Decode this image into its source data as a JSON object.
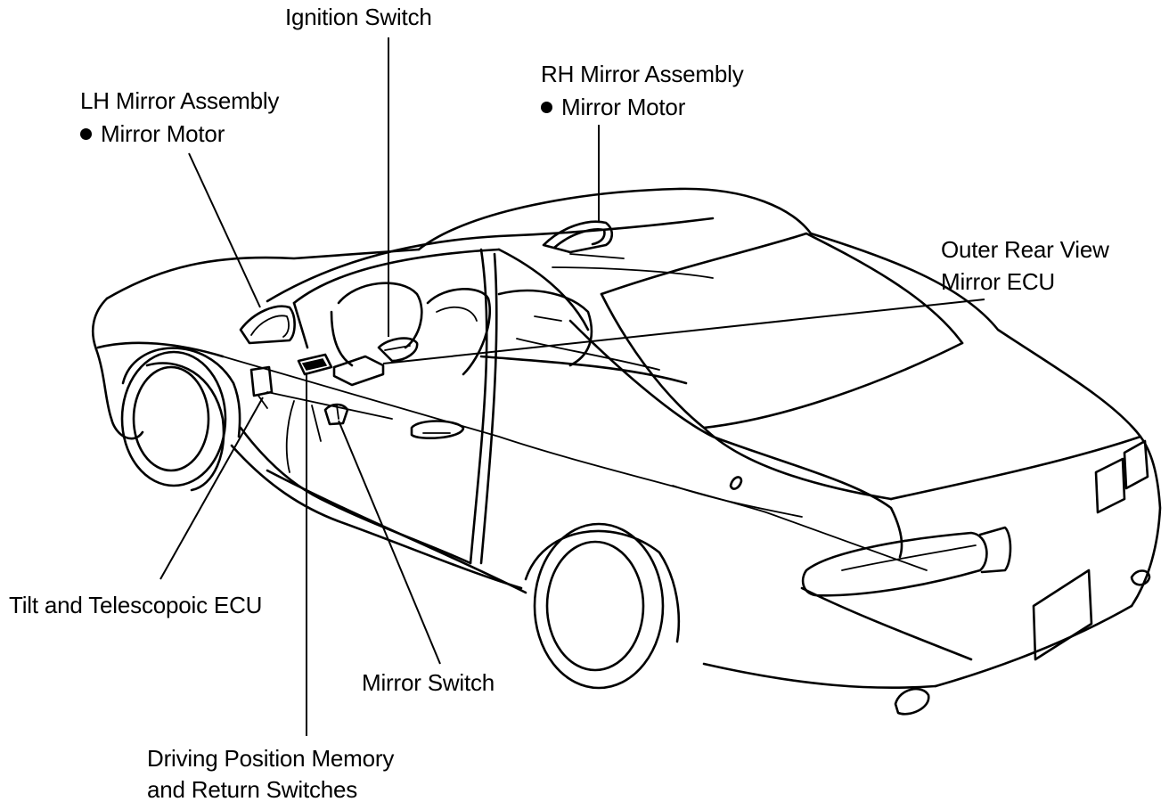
{
  "labels": {
    "ignition_switch": "Ignition Switch",
    "rh_mirror_assembly": "RH Mirror Assembly",
    "rh_mirror_motor": "Mirror Motor",
    "lh_mirror_assembly": "LH Mirror Assembly",
    "lh_mirror_motor": "Mirror Motor",
    "outer_rear_view_line1": "Outer Rear View",
    "outer_rear_view_line2": "Mirror ECU",
    "tilt_telescopic_ecu": "Tilt and Telescopoic ECU",
    "mirror_switch": "Mirror Switch",
    "driving_position_line1": "Driving Position Memory",
    "driving_position_line2": "and Return Switches"
  },
  "colors": {
    "ink": "#000000",
    "background": "#ffffff"
  }
}
